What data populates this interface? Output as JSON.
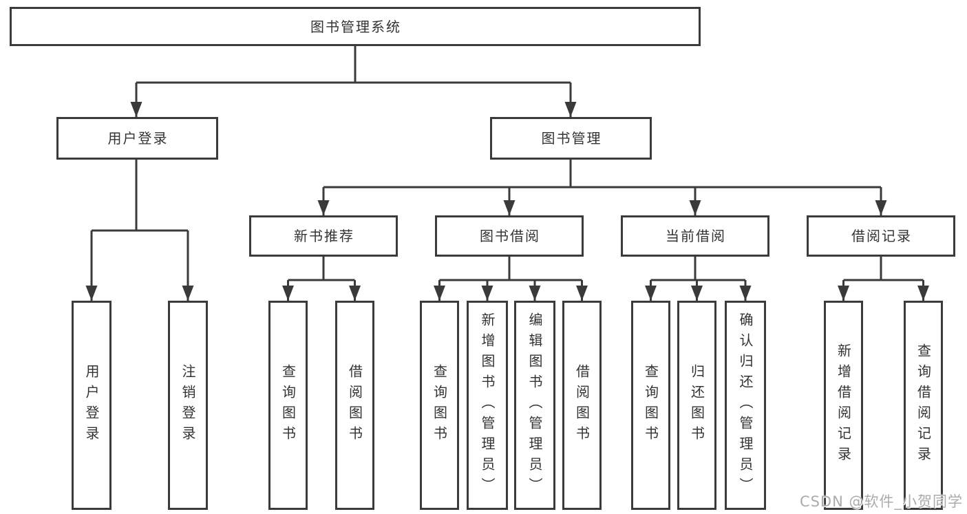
{
  "watermark": "CSDN @软件_小贺同学",
  "colors": {
    "line": "#3a3a3a",
    "text": "#333333",
    "background": "#ffffff",
    "watermark": "#ababab"
  },
  "tree": {
    "root": {
      "label": "图书管理系统"
    },
    "branches": [
      {
        "label": "用户登录",
        "children": [
          {
            "label": "用户登录"
          },
          {
            "label": "注销登录"
          }
        ]
      },
      {
        "label": "图书管理",
        "children": [
          {
            "label": "新书推荐",
            "children": [
              {
                "label": "查询图书"
              },
              {
                "label": "借阅图书"
              }
            ]
          },
          {
            "label": "图书借阅",
            "children": [
              {
                "label": "查询图书"
              },
              {
                "label": "新增图书（管理员）"
              },
              {
                "label": "编辑图书（管理员）"
              },
              {
                "label": "借阅图书"
              }
            ]
          },
          {
            "label": "当前借阅",
            "children": [
              {
                "label": "查询图书"
              },
              {
                "label": "归还图书"
              },
              {
                "label": "确认归还（管理员）"
              }
            ]
          },
          {
            "label": "借阅记录",
            "children": [
              {
                "label": "新增借阅记录"
              },
              {
                "label": "查询借阅记录"
              }
            ]
          }
        ]
      }
    ]
  }
}
